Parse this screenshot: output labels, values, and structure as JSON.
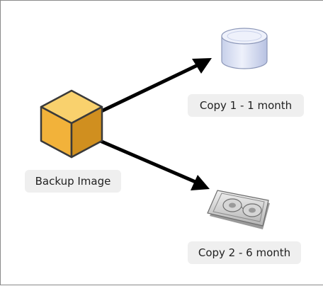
{
  "labels": {
    "backup_image": "Backup Image",
    "copy1": "Copy 1 - 1 month",
    "copy2": "Copy 2 - 6 month"
  },
  "icons": {
    "source": "cube-icon",
    "copy1": "database-disk-icon",
    "copy2": "tape-cassette-icon"
  },
  "colors": {
    "cube_front": "#f2b23a",
    "cube_top": "#f9d16d",
    "cube_side": "#d08f1f",
    "cylinder": "#d9e0f2",
    "arrow": "#000000"
  }
}
